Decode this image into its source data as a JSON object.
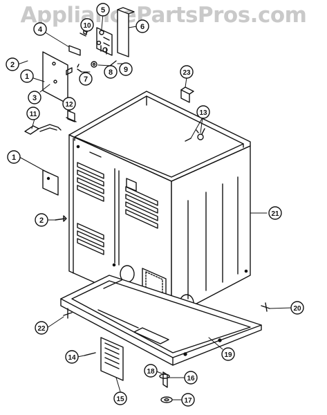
{
  "watermark": "AppliancePartsPros.com",
  "callouts": [
    {
      "id": "c1a",
      "label": "1"
    },
    {
      "id": "c1b",
      "label": "1"
    },
    {
      "id": "c2a",
      "label": "2"
    },
    {
      "id": "c2b",
      "label": "2"
    },
    {
      "id": "c3",
      "label": "3"
    },
    {
      "id": "c4",
      "label": "4"
    },
    {
      "id": "c5",
      "label": "5"
    },
    {
      "id": "c6",
      "label": "6"
    },
    {
      "id": "c7",
      "label": "7"
    },
    {
      "id": "c8",
      "label": "8"
    },
    {
      "id": "c9",
      "label": "9"
    },
    {
      "id": "c10",
      "label": "10"
    },
    {
      "id": "c11",
      "label": "11"
    },
    {
      "id": "c12",
      "label": "12"
    },
    {
      "id": "c13",
      "label": "13"
    },
    {
      "id": "c14",
      "label": "14"
    },
    {
      "id": "c15",
      "label": "15"
    },
    {
      "id": "c16",
      "label": "16"
    },
    {
      "id": "c17",
      "label": "17"
    },
    {
      "id": "c18",
      "label": "18"
    },
    {
      "id": "c19",
      "label": "19"
    },
    {
      "id": "c20",
      "label": "20"
    },
    {
      "id": "c21",
      "label": "21"
    },
    {
      "id": "c22",
      "label": "22"
    },
    {
      "id": "c23",
      "label": "23"
    }
  ],
  "colors": {
    "ink": "#111111",
    "watermark": "#c9c9c9",
    "paper": "#ffffff"
  }
}
